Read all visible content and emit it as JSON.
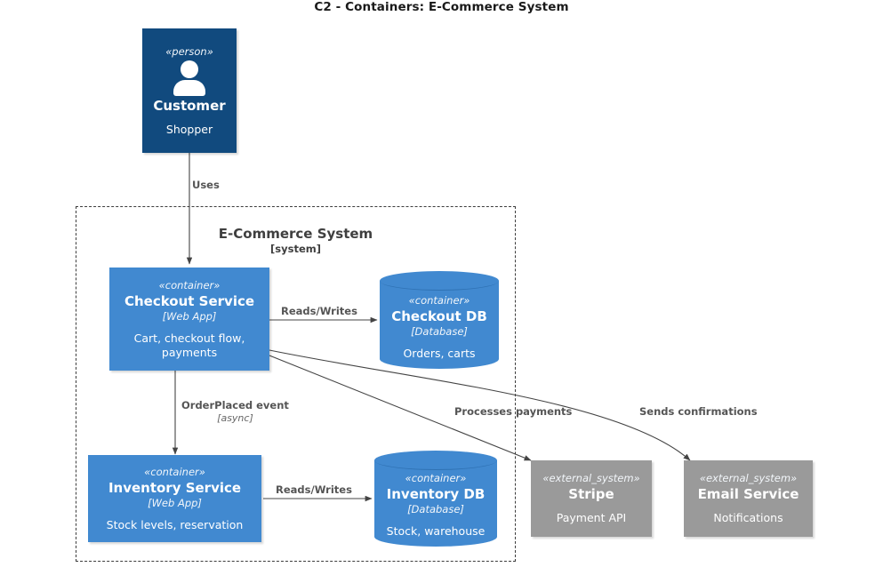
{
  "diagram": {
    "title": "C2 - Containers: E-Commerce System"
  },
  "boundary": {
    "name": "E-Commerce System",
    "tech": "[system]"
  },
  "nodes": {
    "customer": {
      "stereotype": "«person»",
      "name": "Customer",
      "description": "Shopper",
      "icon": "person-icon",
      "color": "#114a7e"
    },
    "checkout_service": {
      "stereotype": "«container»",
      "name": "Checkout Service",
      "tech": "[Web App]",
      "description": "Cart, checkout flow, payments",
      "color": "#4189d0"
    },
    "checkout_db": {
      "stereotype": "«container»",
      "name": "Checkout DB",
      "tech": "[Database]",
      "description": "Orders, carts",
      "color": "#4189d0"
    },
    "inventory_service": {
      "stereotype": "«container»",
      "name": "Inventory Service",
      "tech": "[Web App]",
      "description": "Stock levels, reservation",
      "color": "#4189d0"
    },
    "inventory_db": {
      "stereotype": "«container»",
      "name": "Inventory DB",
      "tech": "[Database]",
      "description": "Stock, warehouse",
      "color": "#4189d0"
    },
    "stripe": {
      "stereotype": "«external_system»",
      "name": "Stripe",
      "description": "Payment API",
      "color": "#9a9a9a"
    },
    "email_service": {
      "stereotype": "«external_system»",
      "name": "Email Service",
      "description": "Notifications",
      "color": "#9a9a9a"
    }
  },
  "edges": {
    "uses": {
      "label": "Uses"
    },
    "checkout_reads_writes": {
      "label": "Reads/Writes"
    },
    "order_placed": {
      "label": "OrderPlaced event",
      "tech": "[async]"
    },
    "inventory_reads_writes": {
      "label": "Reads/Writes"
    },
    "processes_payments": {
      "label": "Processes payments"
    },
    "sends_confirmations": {
      "label": "Sends confirmations"
    }
  }
}
